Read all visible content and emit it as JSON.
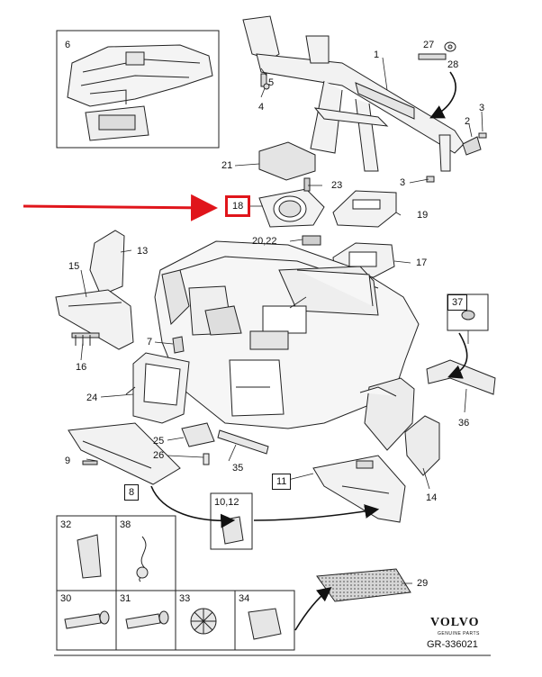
{
  "diagram": {
    "brand": "VOLVO",
    "brand_sub": "GENUINE PARTS",
    "reference": "GR-336021",
    "callouts": {
      "c1": "1",
      "c2": "2",
      "c3a": "3",
      "c3b": "3",
      "c4": "4",
      "c5": "5",
      "c6": "6",
      "c7": "7",
      "c8": "8",
      "c9": "9",
      "c11": "11",
      "c1012": "10,12",
      "c13": "13",
      "c14": "14",
      "c15": "15",
      "c16": "16",
      "c17": "17",
      "c18": "18",
      "c19": "19",
      "c2022": "20,22",
      "c21": "21",
      "c23": "23",
      "c24": "24",
      "c25": "25",
      "c26": "26",
      "c27": "27",
      "c28": "28",
      "c29": "29",
      "c30": "30",
      "c31": "31",
      "c32": "32",
      "c33": "33",
      "c34": "34",
      "c35": "35",
      "c36": "36",
      "c37": "37",
      "c38": "38"
    },
    "colors": {
      "line": "#222222",
      "highlight": "#e0151b",
      "part_fill": "#f2f2f2",
      "shade": "#bdbdbd"
    }
  }
}
